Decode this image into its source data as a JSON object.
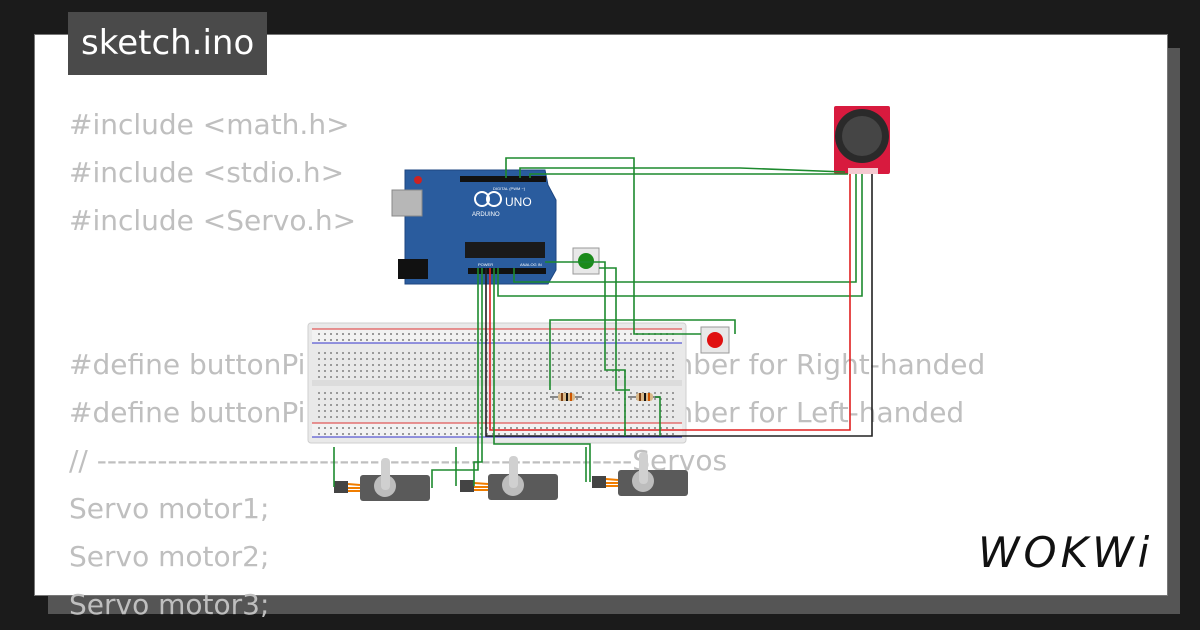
{
  "file_tab": {
    "label": "sketch.ino"
  },
  "code": {
    "lines": [
      "#include <math.h>",
      "#include <stdio.h>",
      "#include <Servo.h>",
      "",
      "",
      "#define buttonPin1 5         // Button pin number for Right-handed",
      "#define buttonPin2 6         // Button pin number for Left-handed",
      "// -----------------------------------------------------Servos",
      "Servo motor1;",
      "Servo motor2;",
      "Servo motor3;"
    ]
  },
  "circuit": {
    "arduino": {
      "model_label": "UNO",
      "brand_label": "ARDUINO",
      "digital_label": "DIGITAL (PWM ~)",
      "analog_label": "ANALOG IN",
      "power_label": "POWER"
    },
    "buttons": [
      {
        "color": "#1a8a1a"
      },
      {
        "color": "#e01010"
      }
    ],
    "servo_count": 3
  },
  "brand": {
    "logo_text": "WOKWi"
  },
  "colors": {
    "background": "#1b1b1b",
    "card": "#ffffff",
    "code_text": "#bfbfbf",
    "wire_green": "#1d8a2e",
    "wire_red": "#e02020",
    "wire_black": "#222222",
    "pcb_blue": "#2a5c9e"
  }
}
